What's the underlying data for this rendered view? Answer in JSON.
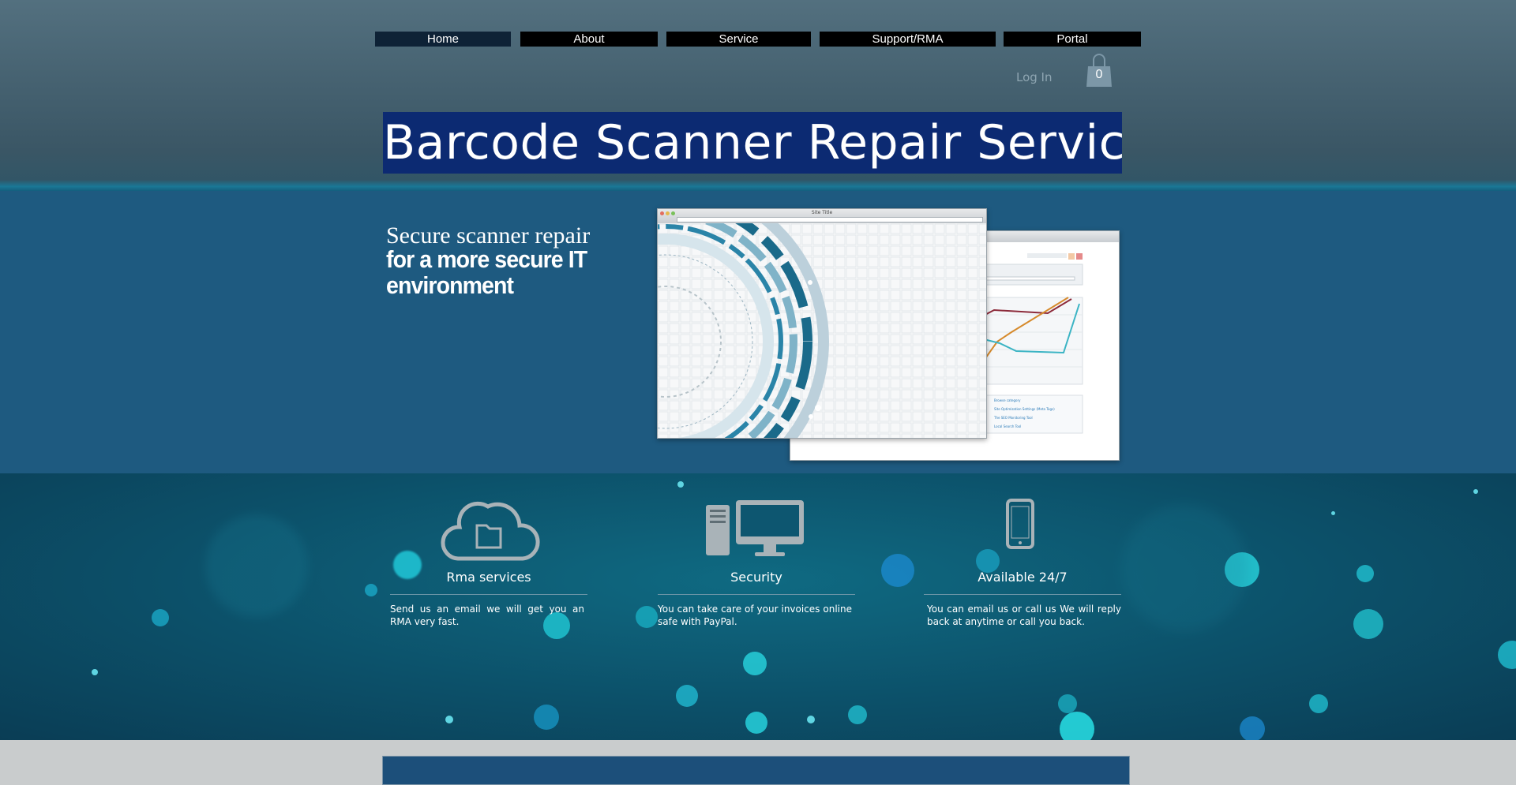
{
  "nav": {
    "items": [
      {
        "label": "Home",
        "active": true
      },
      {
        "label": "About",
        "active": false
      },
      {
        "label": "Service",
        "active": false
      },
      {
        "label": "Support/RMA",
        "active": false
      },
      {
        "label": "Portal",
        "active": false
      }
    ]
  },
  "header": {
    "login_label": "Log In",
    "cart_count": "0",
    "site_title": "Barcode Scanner Repair Service"
  },
  "hero": {
    "line1": "Secure  scanner repair",
    "line2": "for a more secure IT environment",
    "mockup_front_title": "Site Title",
    "mockup_back_links": [
      "Site Optimization Settings (Meta Tags)",
      "The SEO Monitoring Tool",
      "Local Search Tool"
    ]
  },
  "features": [
    {
      "icon": "cloud-folder-icon",
      "title": "Rma services",
      "text": "Send us an email we will get you an RMA very fast."
    },
    {
      "icon": "desktop-computer-icon",
      "title": "Security",
      "text": "You can take care of your invoices online safe with PayPal."
    },
    {
      "icon": "smartphone-icon",
      "title": "Available 24/7",
      "text": "You can email us or call us We will reply back at anytime or call you back."
    }
  ],
  "colors": {
    "header_bg": "#456170",
    "title_bg": "#0c2a72",
    "hero_bg": "#1e5a80",
    "features_bg": "#0c5069",
    "nav_bg": "#000000",
    "nav_active_bg": "#0e2236"
  }
}
